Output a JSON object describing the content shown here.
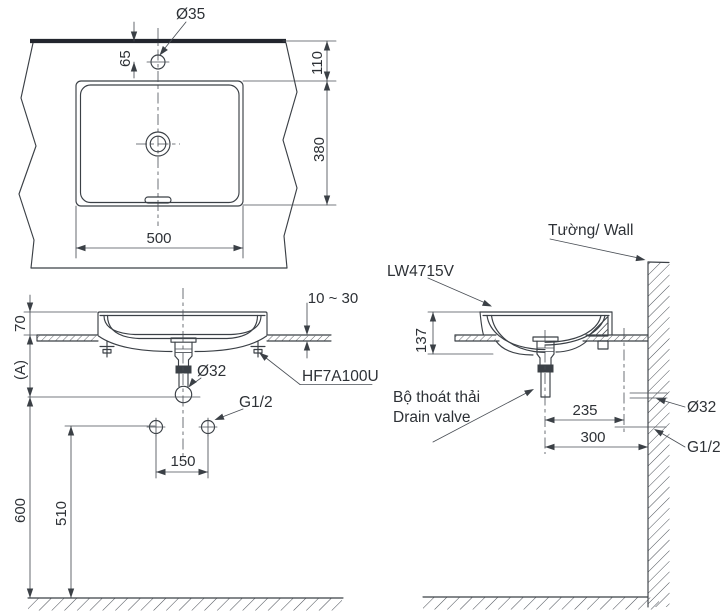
{
  "drawing": {
    "product_model": "LW4715V",
    "colors": {
      "line": "#3b4046",
      "counter_edge": "#23262e",
      "text": "#2d3136",
      "background": "#ffffff"
    },
    "plan": {
      "faucet_hole_dia": "Ø35",
      "hole_offset": "65",
      "edge_to_basin": "110",
      "basin_depth": "380",
      "basin_width": "500"
    },
    "front": {
      "rim_above_counter": "70",
      "adjustable_height": "(A)",
      "drain_pipe_dia": "Ø32",
      "supply_thread": "G1/2",
      "supply_hole_spacing": "150",
      "drain_outlet_height": "600",
      "supply_height": "510",
      "counter_thickness_range": "10 ~ 30",
      "fixing_bracket_code": "HF7A100U"
    },
    "side": {
      "model_label": "LW4715V",
      "wall_label": "Tường/ Wall",
      "basin_height": "137",
      "drain_to_faucet_line": "235",
      "drain_to_wall": "300",
      "drain_valve_vi": "Bộ thoát thải",
      "drain_valve_en": "Drain valve",
      "wall_drain_dia": "Ø32",
      "wall_supply_thread": "G1/2"
    }
  }
}
